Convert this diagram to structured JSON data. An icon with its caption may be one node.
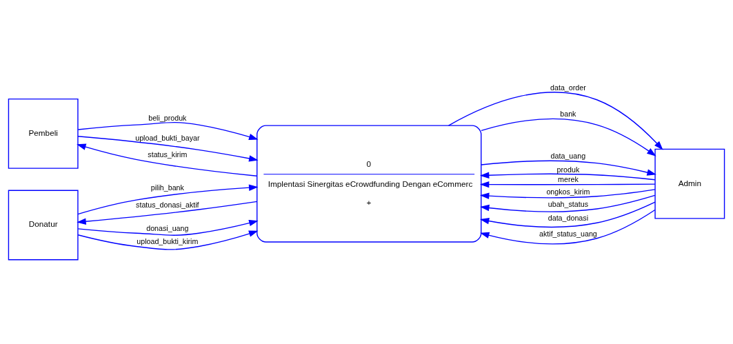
{
  "diagram": {
    "nodes": [
      {
        "text": [
          "Pembeli"
        ]
      },
      {
        "text": [
          "0",
          "Implentasi Sinergitas eCrowdfunding Dengan eCommerc",
          "+"
        ]
      },
      {
        "text": [
          "Admin"
        ]
      },
      {
        "text": [
          "Donatur"
        ]
      }
    ],
    "edges": [
      {
        "from": 0,
        "to": 1,
        "arrow": "to",
        "label": "beli_produk"
      },
      {
        "from": 0,
        "to": 1,
        "arrow": "to",
        "label": "upload_bukti_bayar"
      },
      {
        "from": 1,
        "to": 0,
        "arrow": "to",
        "label": "status_kirim"
      },
      {
        "from": 2,
        "to": 1,
        "arrow": "to",
        "label": "produk"
      },
      {
        "from": 2,
        "to": 1,
        "arrow": "to",
        "label": "merek"
      },
      {
        "from": 2,
        "to": 1,
        "arrow": "to",
        "label": "ongkos_kirim"
      },
      {
        "from": 1,
        "to": 2,
        "arrow": "to",
        "label": "data_order"
      },
      {
        "from": 2,
        "to": 1,
        "arrow": "to",
        "label": "ubah_status"
      },
      {
        "from": 2,
        "to": 1,
        "arrow": "to",
        "label": "data_donasi"
      },
      {
        "from": 1,
        "to": 2,
        "arrow": "to",
        "label": "bank"
      },
      {
        "from": 1,
        "to": 2,
        "arrow": "to",
        "label": "data_uang"
      },
      {
        "from": 2,
        "to": 1,
        "arrow": "to",
        "label": "aktif_status_uang"
      },
      {
        "from": 3,
        "to": 1,
        "arrow": "to",
        "label": "donasi_uang"
      },
      {
        "from": 3,
        "to": 1,
        "arrow": "to",
        "label": "pilih_bank"
      },
      {
        "from": 3,
        "to": 1,
        "arrow": "to",
        "label": "upload_bukti_kirim"
      },
      {
        "from": 1,
        "to": 3,
        "arrow": "to",
        "label": "status_donasi_aktif"
      }
    ]
  }
}
